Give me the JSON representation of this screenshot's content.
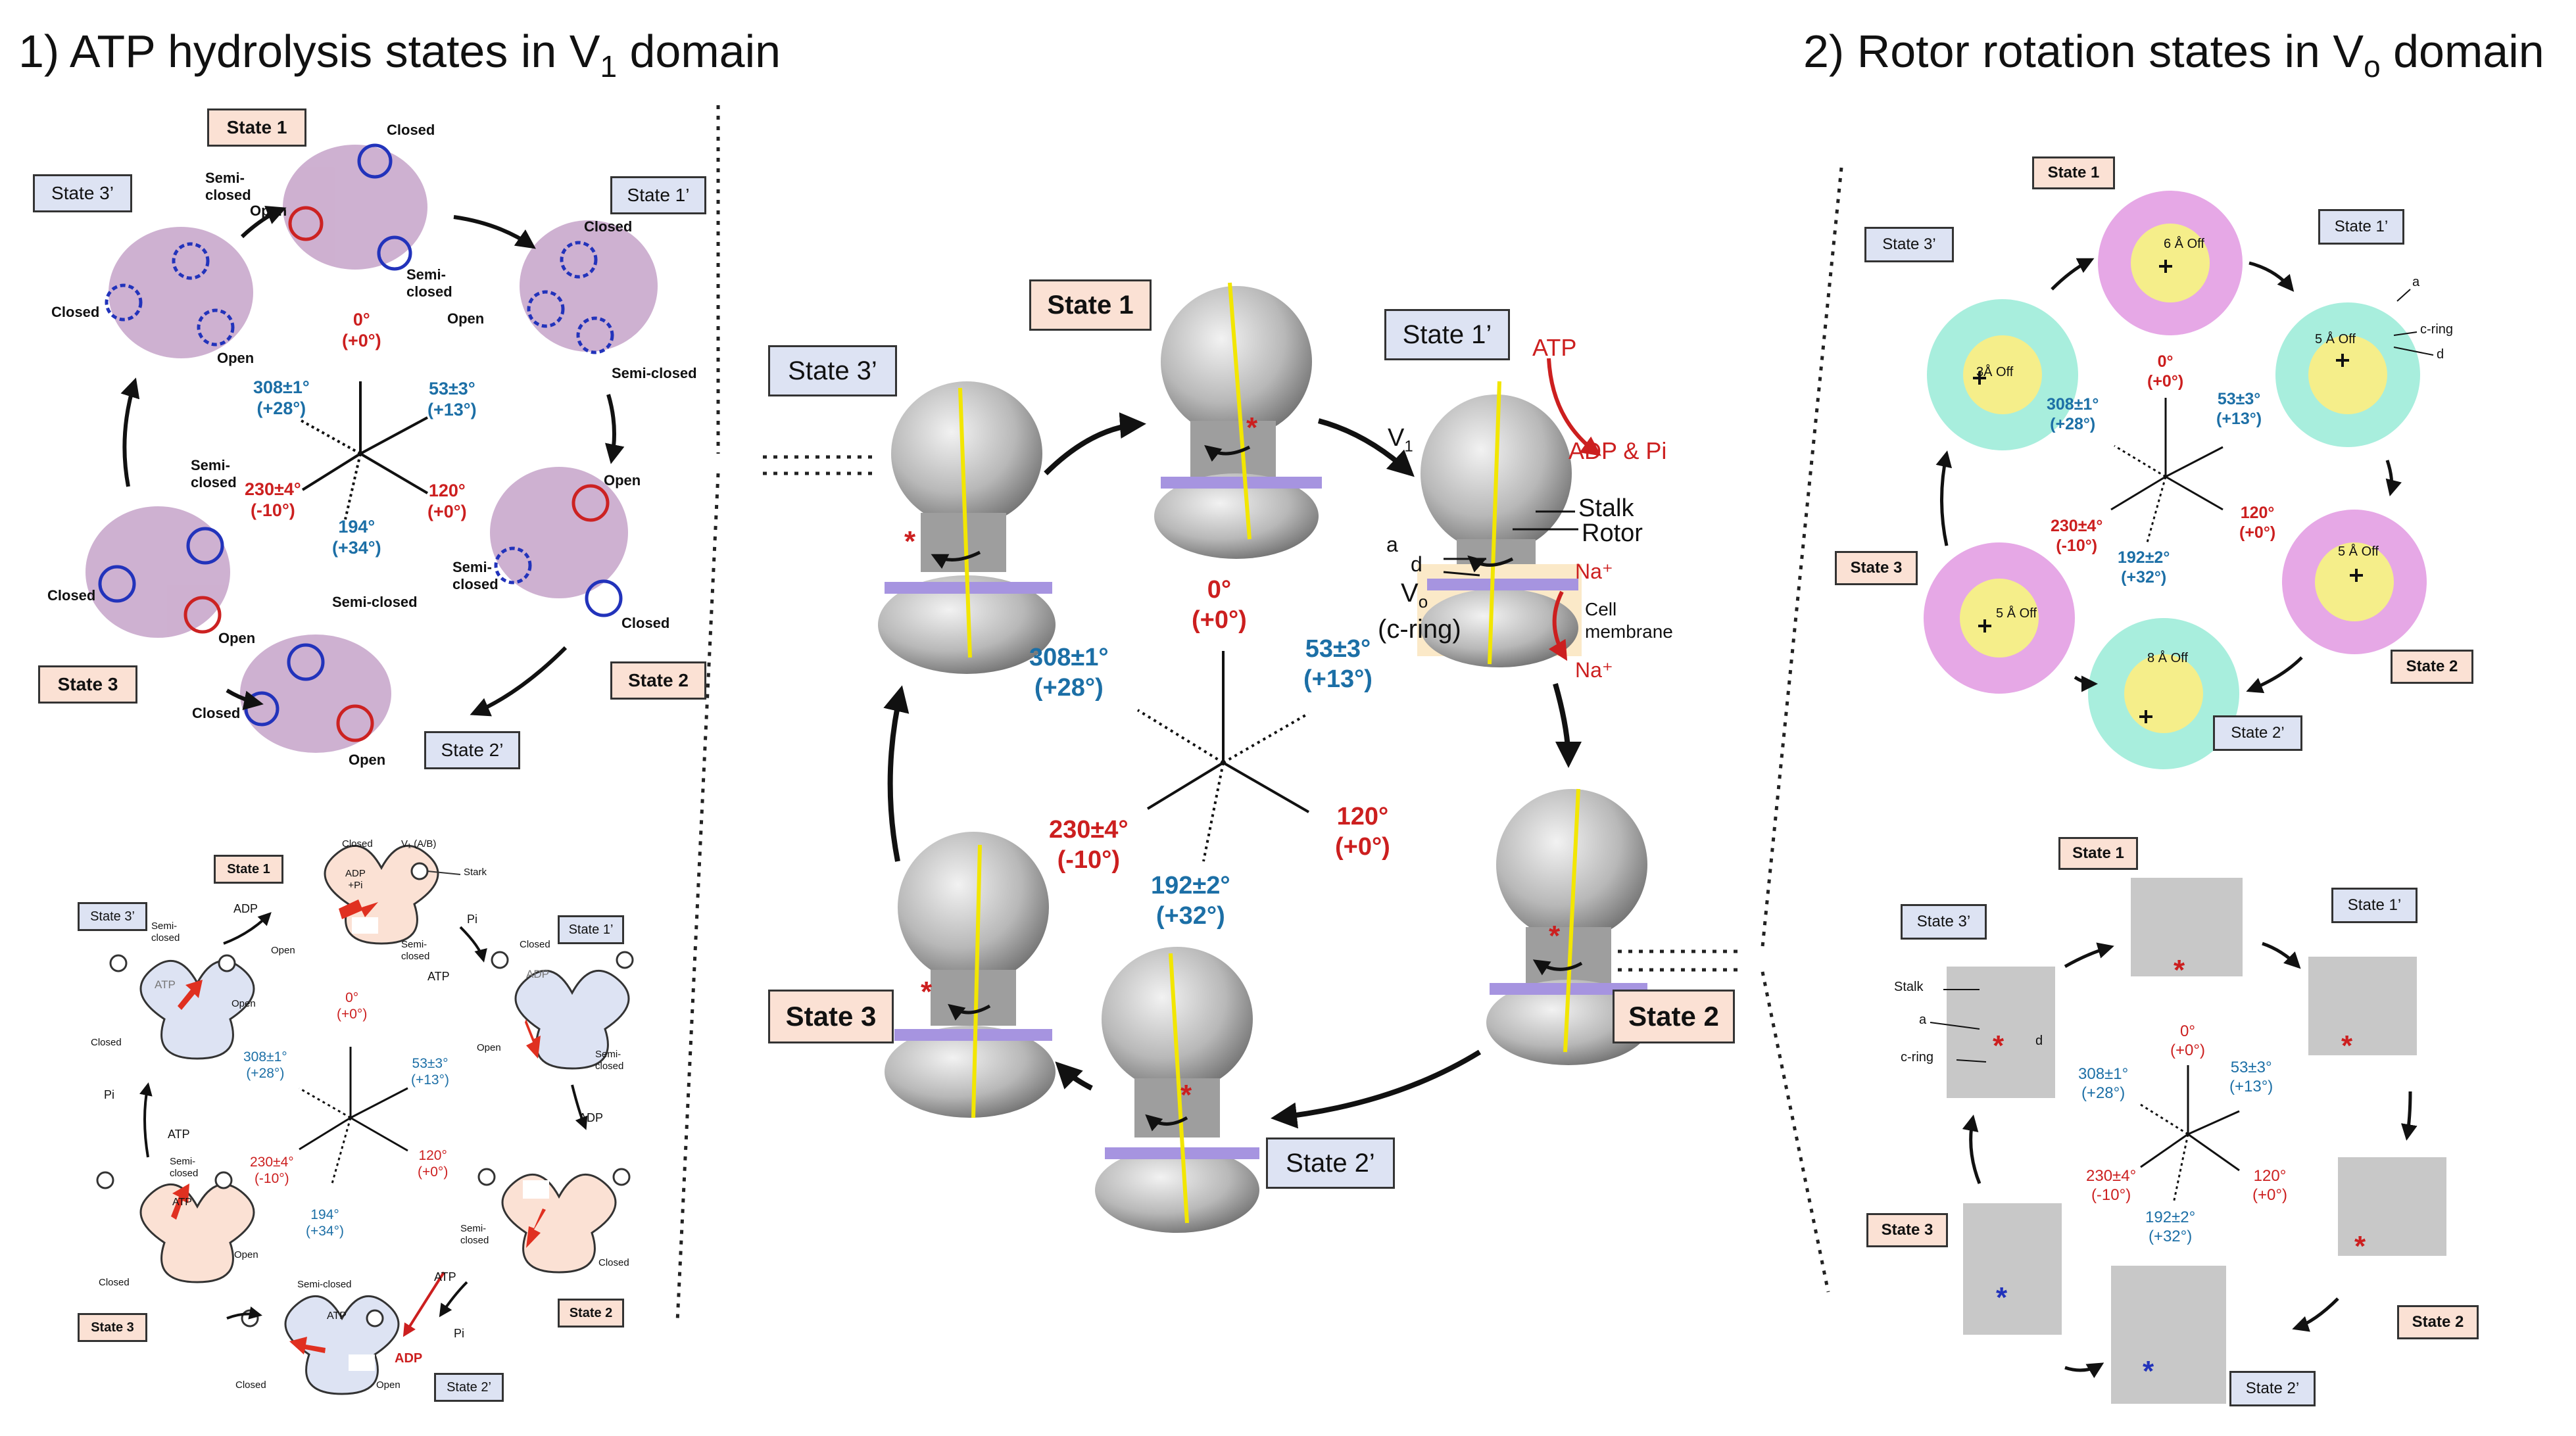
{
  "titles": {
    "panel1_prefix": "1) ATP hydrolysis states in V",
    "panel1_sub": "1",
    "panel1_suffix": " domain",
    "panel2_prefix": "2) Rotor rotation states in V",
    "panel2_sub": "o",
    "panel2_suffix": " domain"
  },
  "states": {
    "s1": "State 1",
    "s1p": "State 1’",
    "s2": "State 2",
    "s2p": "State 2’",
    "s3": "State 3",
    "s3p": "State 3’"
  },
  "angles": {
    "a0": "0°",
    "a0d": "(+0°)",
    "a53": "53±3°",
    "a53d": "(+13°)",
    "a120": "120°",
    "a120d": "(+0°)",
    "a194": "194°",
    "a194d": "(+34°)",
    "a192": "192±2°",
    "a192d": "(+32°)",
    "a230": "230±4°",
    "a230d": "(-10°)",
    "a308": "308±1°",
    "a308d": "(+28°)"
  },
  "structure_labels": {
    "closed": "Closed",
    "open": "Open",
    "semi_closed": "Semi-closed",
    "semi": "Semi-",
    "closed_word": "closed"
  },
  "center_labels": {
    "atp": "ATP",
    "adp_pi": "ADP & Pi",
    "v1": "V",
    "v1_sub": "1",
    "stalk": "Stalk",
    "rotor": "Rotor",
    "a": "a",
    "d": "d",
    "vo": "V",
    "vo_sub": "o",
    "c_ring": "(c-ring)",
    "na_top": "Na⁺",
    "na_bottom": "Na⁺",
    "cell": "Cell",
    "membrane": "membrane"
  },
  "schematic_labels": {
    "adp": "ADP",
    "pi": "Pi",
    "atp": "ATP",
    "adp_pi_top": "ADP",
    "adp_pi_top2": "+Pi",
    "v1_legend": "V₁ (A/B)",
    "stark": "Stark",
    "adp_red": "ADP"
  },
  "vo_labels": {
    "off6": "6 Å Off",
    "off5": "5 Å Off",
    "off3": "3Å Off",
    "off8": "8 Å Off",
    "a": "a",
    "c_ring": "c-ring",
    "d": "d",
    "stalk": "Stalk"
  },
  "colors": {
    "red": "#cc1f1f",
    "teal": "#1c6fa6",
    "pink_box": "#fbe1d4",
    "blue_box": "#dde3f3",
    "map_purple": "#c9a8cc",
    "rotor_yellow": "#f2e600",
    "ring_teal": "#a8eedd",
    "ring_pink": "#e6a8e6",
    "core_yellow": "#f5ee8a",
    "membrane_band": "#fbe9c8"
  }
}
